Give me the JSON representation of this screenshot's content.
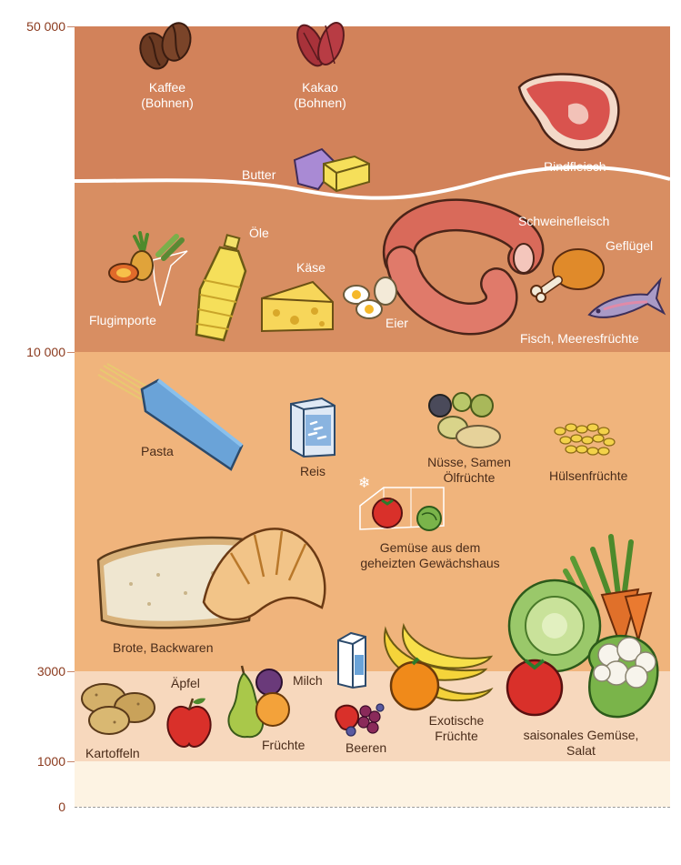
{
  "axis": {
    "labels": [
      "50 000",
      "10 000",
      "3000",
      "1000",
      "0"
    ]
  },
  "colors": {
    "band_top": "#d2825a",
    "band_upper_mid": "#d88e62",
    "band_mid": "#f0b47c",
    "band_low": "#f7d8bd",
    "band_bottom": "#fdf3e3",
    "axis_text": "#8b3a1e"
  },
  "items": {
    "kaffee": {
      "line1": "Kaffee",
      "line2": "(Bohnen)",
      "icon": "coffee-beans-icon"
    },
    "kakao": {
      "line1": "Kakao",
      "line2": "(Bohnen)",
      "icon": "cocoa-pods-icon"
    },
    "rindfleisch": {
      "label": "Rindfleisch",
      "icon": "beef-steak-icon"
    },
    "butter": {
      "label": "Butter",
      "icon": "butter-icon"
    },
    "schweinefleisch": {
      "label": "Schweinefleisch",
      "icon": "sausage-icon"
    },
    "gefluegel": {
      "label": "Geflügel",
      "icon": "chicken-leg-icon"
    },
    "fisch": {
      "label": "Fisch, Meeresfrüchte",
      "icon": "fish-icon"
    },
    "flugimporte": {
      "label": "Flugimporte",
      "icon": "air-import-fruit-icon"
    },
    "oele": {
      "label": "Öle",
      "icon": "oil-bottle-icon"
    },
    "kaese": {
      "label": "Käse",
      "icon": "cheese-icon"
    },
    "eier": {
      "label": "Eier",
      "icon": "eggs-icon"
    },
    "pasta": {
      "label": "Pasta",
      "icon": "pasta-pack-icon"
    },
    "reis": {
      "label": "Reis",
      "icon": "rice-box-icon"
    },
    "nuesse": {
      "line1": "Nüsse, Samen",
      "line2": "Ölfrüchte",
      "icon": "nuts-icon"
    },
    "huelsen": {
      "label": "Hülsenfrüchte",
      "icon": "legumes-icon"
    },
    "gewaechshaus": {
      "line1": "Gemüse aus dem",
      "line2": "geheizten Gewächshaus",
      "icon": "greenhouse-vegetables-icon"
    },
    "brote": {
      "label": "Brote, Backwaren",
      "icon": "bread-croissant-icon"
    },
    "milch": {
      "label": "Milch",
      "icon": "milk-carton-icon"
    },
    "exotisch": {
      "line1": "Exotische",
      "line2": "Früchte",
      "icon": "exotic-fruit-icon"
    },
    "saisonal": {
      "line1": "saisonales Gemüse,",
      "line2": "Salat",
      "icon": "seasonal-vegetables-icon"
    },
    "kartoffeln": {
      "label": "Kartoffeln",
      "icon": "potatoes-icon"
    },
    "aepfel": {
      "label": "Äpfel",
      "icon": "apple-icon"
    },
    "fruechte": {
      "label": "Früchte",
      "icon": "pear-fruits-icon"
    },
    "beeren": {
      "label": "Beeren",
      "icon": "berries-icon"
    }
  }
}
